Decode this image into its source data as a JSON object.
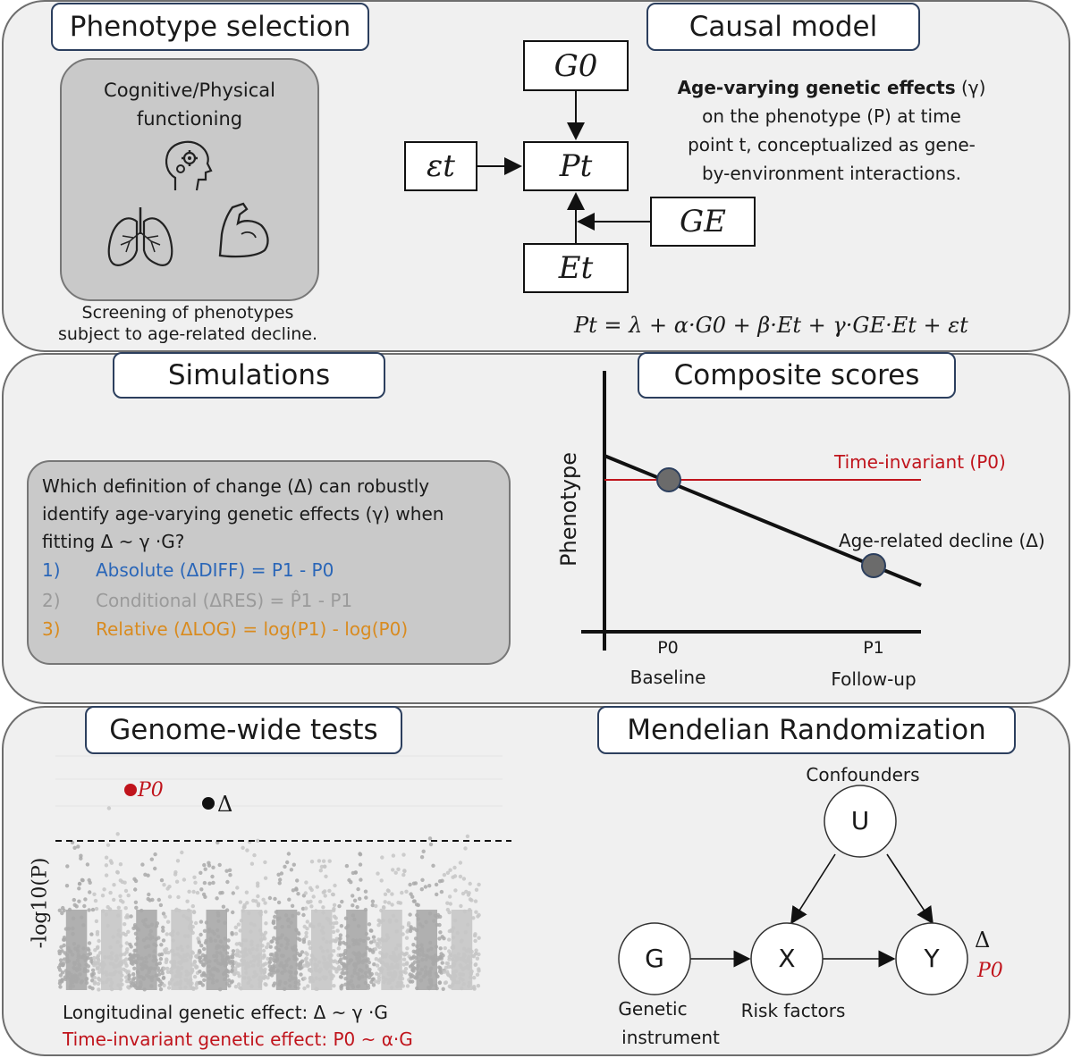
{
  "colors": {
    "blue": "#2a66b8",
    "gray": "#9a9a9a",
    "orange": "#d98b1f",
    "red": "#c0141c"
  },
  "panel1": {
    "title_left": "Phenotype selection",
    "title_right": "Causal model",
    "functioning_line1": "Cognitive/Physical",
    "functioning_line2": "functioning",
    "screening_line1": "Screening of phenotypes",
    "screening_line2": "subject to age-related decline.",
    "desc_bold": "Age-varying genetic effects",
    "desc_gamma": "(γ)",
    "desc_line2": "on the phenotype (P) at time",
    "desc_line3": "point t, conceptualized as gene-",
    "desc_line4": "by-environment interactions.",
    "nodes": {
      "g0": "G0",
      "eps": "εt",
      "pt": "Pt",
      "ge": "GE",
      "et": "Et"
    },
    "equation": "Pt = λ + α·G0 + β·Et + γ·GE·Et + εt"
  },
  "panel2": {
    "title_left": "Simulations",
    "title_right": "Composite scores",
    "question_line1": "Which definition of change (Δ) can robustly",
    "question_line2": "identify age-varying genetic effects (γ) when",
    "question_line3": "fitting Δ ~ γ ·G?",
    "options": [
      {
        "num": "1)",
        "text": "Absolute (ΔDIFF) = P1 - P0"
      },
      {
        "num": "2)",
        "text": "Conditional (ΔRES) = P̂1 - P1"
      },
      {
        "num": "3)",
        "text": "Relative (ΔLOG) = log(P1) - log(P0)"
      }
    ],
    "ylabel": "Phenotype",
    "time_invariant": "Time-invariant (P0)",
    "decline": "Age-related decline (Δ)",
    "x_ticks": [
      {
        "top": "P0",
        "bottom": "Baseline"
      },
      {
        "top": "P1",
        "bottom": "Follow-up"
      }
    ]
  },
  "panel3": {
    "title_left": "Genome-wide tests",
    "title_right": "Mendelian Randomization",
    "ylabel": "-log10(P)",
    "p0_label": "P0",
    "delta_label": "Δ",
    "longitudinal": "Longitudinal genetic effect: Δ ~ γ ·G",
    "time_invariant": "Time-invariant genetic effect: P0 ~ α·G",
    "confounders": "Confounders",
    "nodes": {
      "u": "U",
      "g": "G",
      "x": "X",
      "y": "Y"
    },
    "genetic_line1": "Genetic",
    "genetic_line2": "instrument",
    "risk_factors": "Risk factors",
    "y_delta": "Δ",
    "y_p0": "P0"
  }
}
